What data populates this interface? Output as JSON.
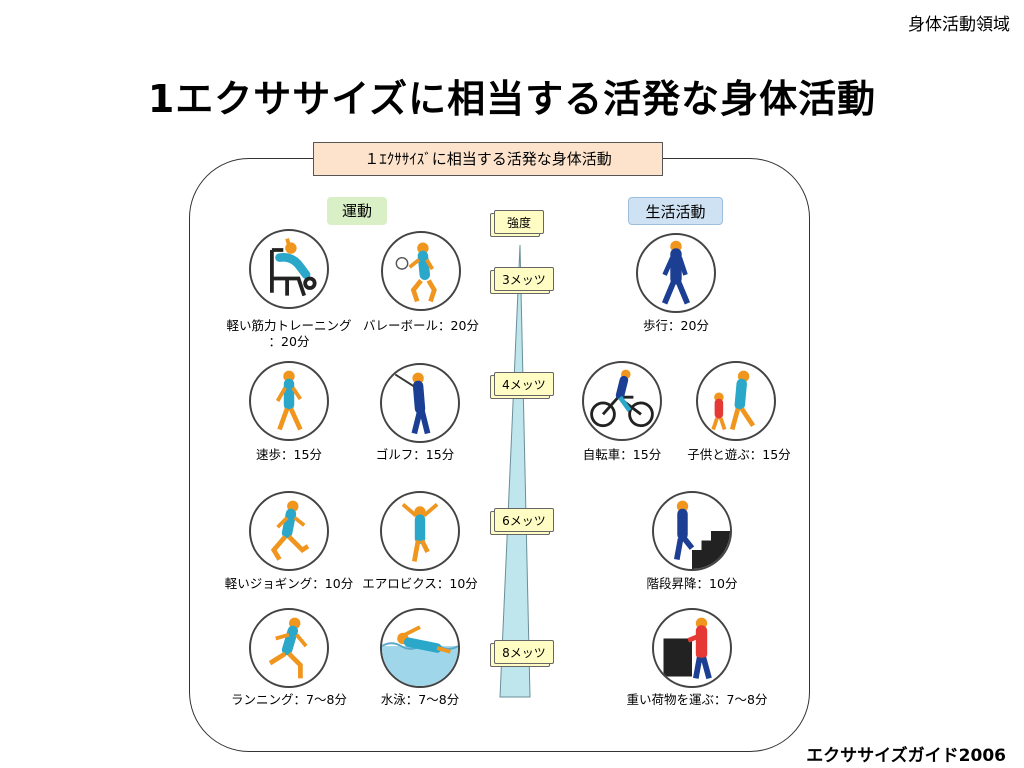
{
  "corner_label": "身体活動領域",
  "title": "1エクササイズに相当する活発な身体活動",
  "diagram": {
    "inner_title": "１ｴｸｻｻｲｽﾞに相当する活発な身体活動",
    "exercise_label": "運動",
    "life_label": "生活活動",
    "intensity_label": "強度",
    "mets": [
      "3メッツ",
      "4メッツ",
      "6メッツ",
      "8メッツ"
    ],
    "exercise_items": [
      {
        "label": "軽い筋力トレーニング",
        "sub": "：20分",
        "icon": "weight-training-icon"
      },
      {
        "label": "バレーボール：20分",
        "icon": "volleyball-icon"
      },
      {
        "label": "速歩：15分",
        "icon": "brisk-walking-icon"
      },
      {
        "label": "ゴルフ：15分",
        "icon": "golf-icon"
      },
      {
        "label": "軽いジョギング：10分",
        "icon": "jogging-icon"
      },
      {
        "label": "エアロビクス：10分",
        "icon": "aerobics-icon"
      },
      {
        "label": "ランニング：7～8分",
        "icon": "running-icon"
      },
      {
        "label": "水泳：7～8分",
        "icon": "swimming-icon"
      }
    ],
    "life_items": [
      {
        "label": "歩行：20分",
        "icon": "walking-icon"
      },
      {
        "label": "自転車：15分",
        "icon": "bicycle-icon"
      },
      {
        "label": "子供と遊ぶ：15分",
        "icon": "playing-with-child-icon"
      },
      {
        "label": "階段昇降：10分",
        "icon": "stairs-icon"
      },
      {
        "label": "重い荷物を運ぶ：7～8分",
        "icon": "carrying-load-icon"
      }
    ],
    "colors": {
      "skin": "#f0961e",
      "cloth": "#2aa7c9",
      "suit": "#1c3f94",
      "pillar": "#bfe6ec",
      "flag": "#fffcc4"
    }
  },
  "footer": "エクササイズガイド2006"
}
